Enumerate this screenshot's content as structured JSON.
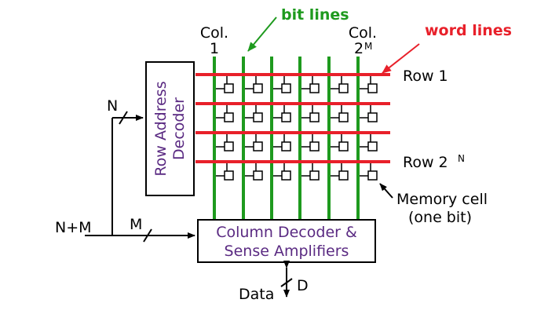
{
  "labels": {
    "bit_lines": "bit lines",
    "word_lines": "word lines",
    "col1": "Col.",
    "col1_num": "1",
    "col2": "Col.",
    "col2_num": "2",
    "col2_sup": "M",
    "row1": "Row 1",
    "row2n": "Row 2",
    "row2n_sup": "N",
    "row_decoder_line1": "Row Address",
    "row_decoder_line2": "Decoder",
    "col_decoder_line1": "Column Decoder &",
    "col_decoder_line2": "Sense Amplifiers",
    "memory_cell_line1": "Memory cell",
    "memory_cell_line2": "(one bit)",
    "n_plus_m": "N+M",
    "n": "N",
    "m": "M",
    "data": "Data",
    "d": "D"
  },
  "colors": {
    "bit_line": "#1e9a1e",
    "word_line": "#e8202a",
    "decoder_text": "#5a2a82",
    "wire": "#000000"
  }
}
